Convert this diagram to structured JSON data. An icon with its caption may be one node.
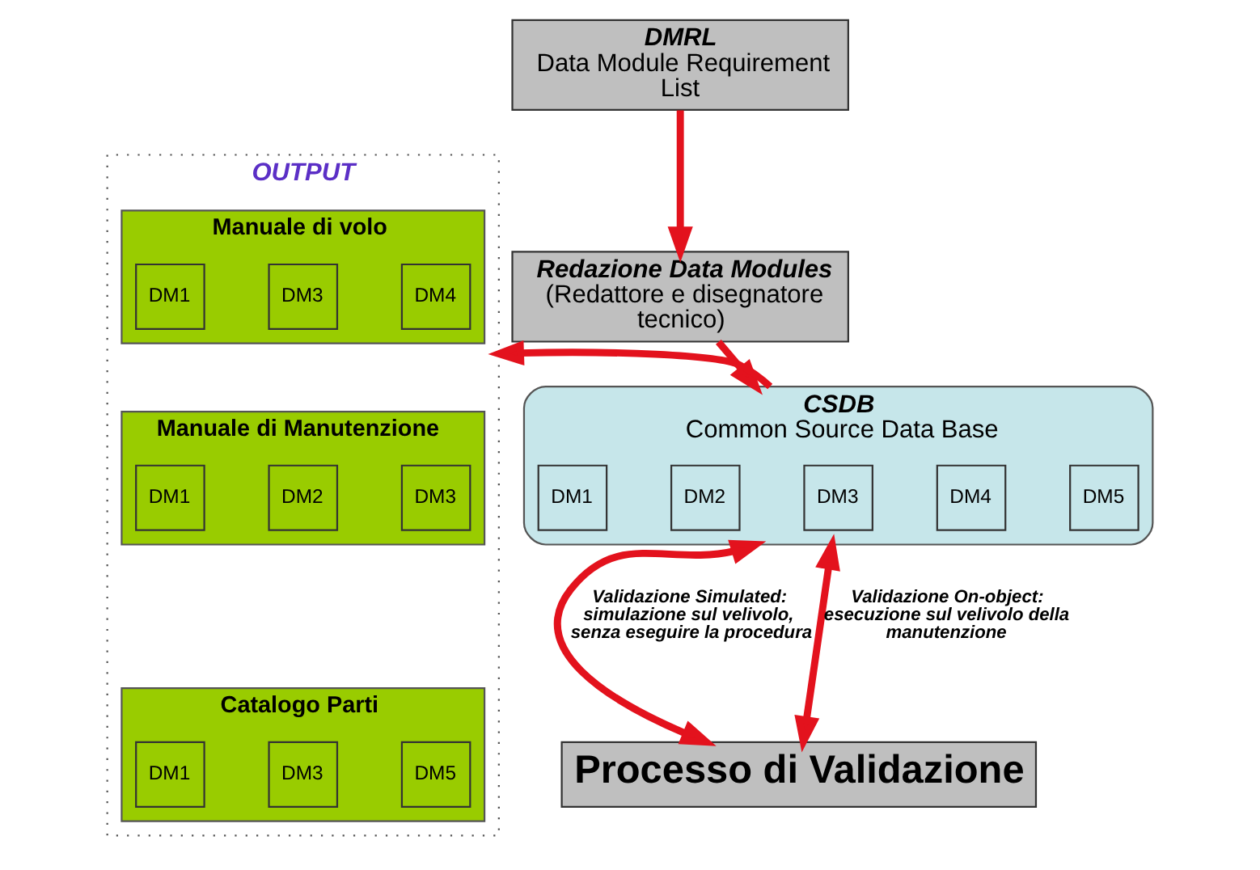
{
  "diagram": {
    "nodes": [
      {
        "text": [
          "OUTPUT"
        ]
      },
      {
        "text": [
          "Manuale di volo"
        ],
        "in": 0
      },
      {
        "text": [
          "DM1"
        ],
        "in": 1
      },
      {
        "text": [
          "DM3"
        ],
        "in": 1
      },
      {
        "text": [
          "DM4"
        ],
        "in": 1
      },
      {
        "text": [
          "Manuale di Manutenzione"
        ],
        "in": 0
      },
      {
        "text": [
          "DM1"
        ],
        "in": 5
      },
      {
        "text": [
          "DM2"
        ],
        "in": 5
      },
      {
        "text": [
          "DM3"
        ],
        "in": 5
      },
      {
        "text": [
          "Catalogo Parti"
        ],
        "in": 0
      },
      {
        "text": [
          "DM1"
        ],
        "in": 9
      },
      {
        "text": [
          "DM3"
        ],
        "in": 9
      },
      {
        "text": [
          "DM5"
        ],
        "in": 9
      },
      {
        "text": [
          "DMRL",
          "Data Module Requirement List"
        ]
      },
      {
        "text": [
          "Redazione Data Modules",
          "(Redattore e disegnatore tecnico)"
        ]
      },
      {
        "text": [
          "CSDB",
          "Common Source Data Base"
        ]
      },
      {
        "text": [
          "DM1"
        ],
        "in": 15
      },
      {
        "text": [
          "DM2"
        ],
        "in": 15
      },
      {
        "text": [
          "DM3"
        ],
        "in": 15
      },
      {
        "text": [
          "DM4"
        ],
        "in": 15
      },
      {
        "text": [
          "DM5"
        ],
        "in": 15
      },
      {
        "text": [
          "Processo di Validazione"
        ]
      }
    ],
    "edges": [
      {
        "from": 13,
        "to": 14,
        "arrow": "to"
      },
      {
        "from": 14,
        "to": 15,
        "arrow": "to"
      },
      {
        "from": 15,
        "to": 0,
        "arrow": "to"
      },
      {
        "from": 15,
        "to": 21,
        "arrow": "both",
        "label": "Validazione Simulated: simulazione sul velivolo, senza eseguire la procedura"
      },
      {
        "from": 15,
        "to": 21,
        "arrow": "both",
        "label": "Validazione On-object: esecuzione sul velivolo della manutenzione"
      }
    ]
  }
}
